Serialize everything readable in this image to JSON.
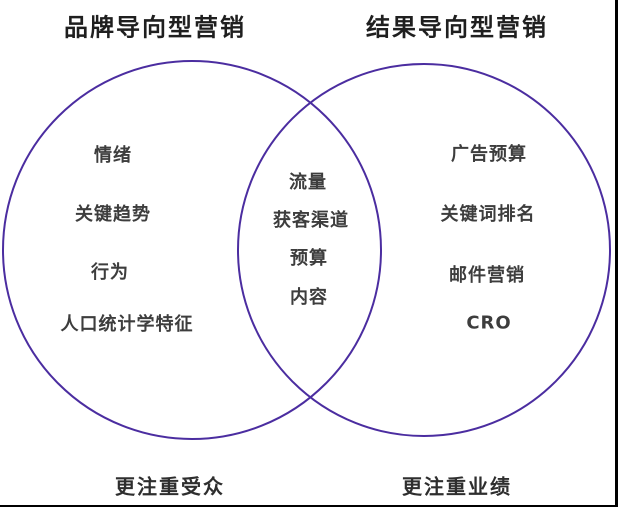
{
  "diagram": {
    "type": "venn",
    "left": {
      "title": "品牌导向型营销",
      "items": [
        "情绪",
        "关键趋势",
        "行为",
        "人口统计学特征"
      ],
      "footer": "更注重受众"
    },
    "overlap": {
      "items": [
        "流量",
        "获客渠道",
        "预算",
        "内容"
      ]
    },
    "right": {
      "title": "结果导向型营销",
      "items": [
        "广告预算",
        "关键词排名",
        "邮件营销",
        "CRO"
      ],
      "footer": "更注重业绩"
    },
    "colors": {
      "circle_stroke": "#4B2DA0",
      "title_text": "#1F1F1F",
      "item_text": "#3D3D3D",
      "footer_text": "#2E2E2E",
      "page_edge": "#000000",
      "background": "#FFFFFF"
    }
  }
}
